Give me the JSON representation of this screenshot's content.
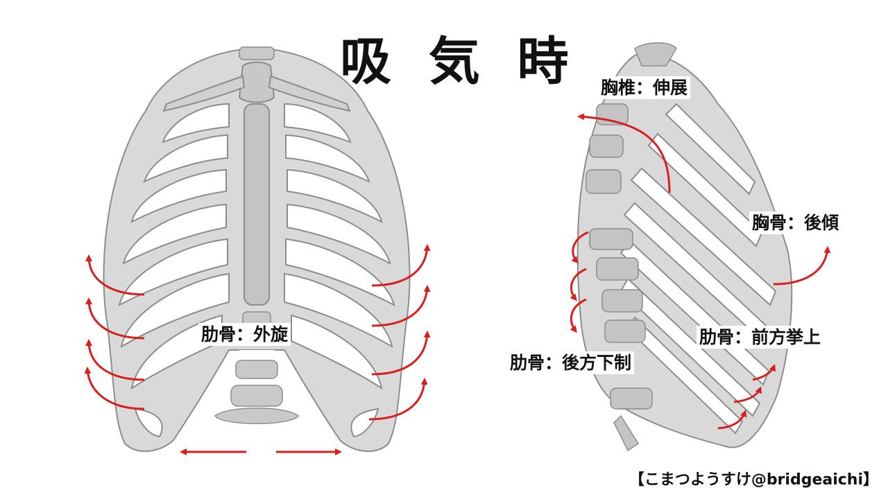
{
  "title": "吸 気 時",
  "labels": {
    "front_ribs": "肋骨：外旋",
    "thoracic_spine": "胸椎：伸展",
    "sternum": "胸骨：後傾",
    "lower_ribs": "肋骨：前方挙上",
    "posterior_ribs": "肋骨：後方下制"
  },
  "credit": "【こまつようすけ@bridgeaichi】",
  "colors": {
    "bone_fill": "#d9d9d9",
    "bone_dark": "#b5b5b5",
    "bone_stroke": "#8c8c8c",
    "arrow": "#d91e1e",
    "text": "#111111"
  }
}
